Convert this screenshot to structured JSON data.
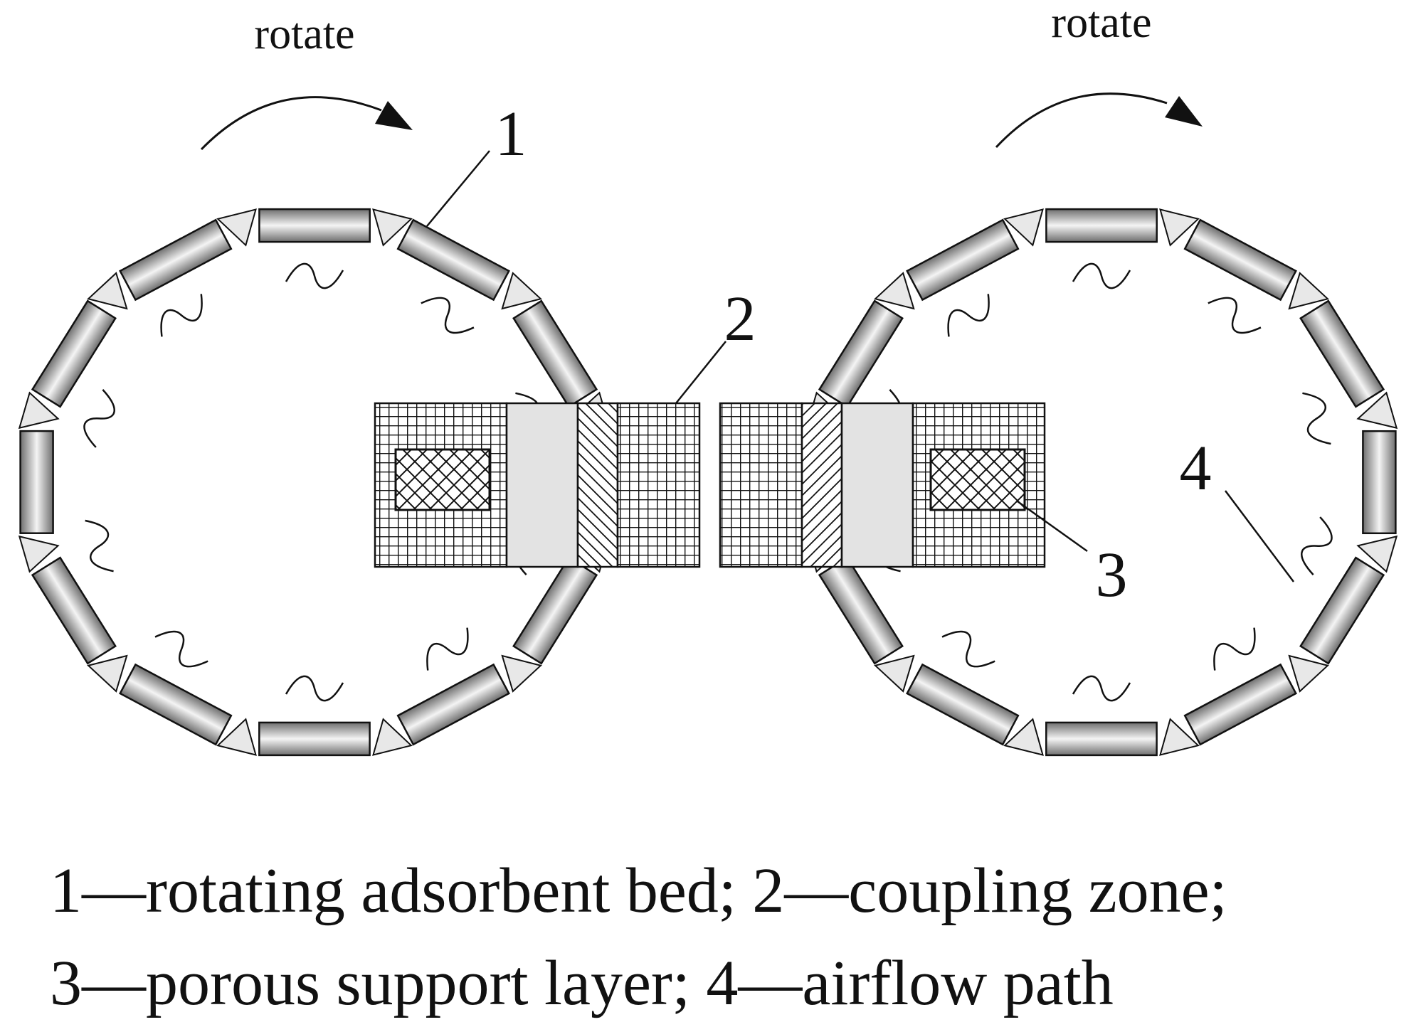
{
  "labels": {
    "rotate_left": "rotate",
    "rotate_right": "rotate",
    "num_1": "1",
    "num_2": "2",
    "num_3": "3",
    "num_4": "4"
  },
  "caption": {
    "line1": "1—rotating adsorbent bed; 2—coupling zone;",
    "line2": "3—porous support layer; 4—airflow path"
  },
  "colors": {
    "stroke": "#111111",
    "segment_light": "#f4f4f4",
    "segment_dark": "#6e6e6e",
    "insulation": "#e3e3e3",
    "joint": "#e8e8e8"
  },
  "beds": [
    {
      "name": "left",
      "segments": 12,
      "rotation": "clockwise"
    },
    {
      "name": "right",
      "segments": 12,
      "rotation": "clockwise"
    }
  ]
}
